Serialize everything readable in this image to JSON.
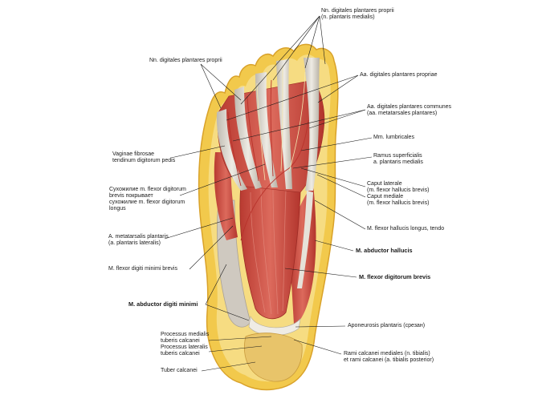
{
  "labels": {
    "nn_digitales_propri_medialis": [
      "Nn. digitales plantares proprii",
      "(n. plantaris medialis)"
    ],
    "nn_digitales_propri": [
      "Nn. digitales plantares proprii"
    ],
    "aa_digitales_propriae": [
      "Aa. digitales plantares propriae"
    ],
    "aa_digitales_communes": [
      "Aa. digitales plantares communes",
      "(aa. metatarsales plantares)"
    ],
    "mm_lumbricales": [
      "Mm. lumbricales"
    ],
    "ramus_superficialis": [
      "Ramus superficialis",
      "a. plantaris medialis"
    ],
    "vaginae_fibrosae": [
      "Vaginae fibrosae",
      "tendinum digitorum pedis"
    ],
    "caput_laterale": [
      "Caput laterale",
      "(m. flexor hallucis brevis)"
    ],
    "caput_mediale": [
      "Caput mediale",
      "(m. flexor hallucis brevis)"
    ],
    "sukhozhilie": [
      "Сухожилие m. flexor digitorum",
      "brevis покрывает",
      "сухожилие m. flexor digitorum",
      "longus"
    ],
    "flexor_hallucis_longus": [
      "M. flexor hallucis longus, tendo"
    ],
    "a_metatarsalis": [
      "A. metatarsalis plantaris",
      "(a. plantaris lateralis)"
    ],
    "abductor_hallucis": [
      "M. abductor hallucis"
    ],
    "flexor_digiti_minimi": [
      "M. flexor digiti minimi brevis"
    ],
    "flexor_digitorum_brevis": [
      "M. flexor digitorum brevis"
    ],
    "abductor_digiti_minimi": [
      "M. abductor digiti minimi"
    ],
    "aponeurosis": [
      "Aponeurosis plantaris (срезан)"
    ],
    "processus": [
      "Processus medialis",
      "tuberis calcanei",
      "Processus lateralis",
      "tuberis calcanei"
    ],
    "rami_calcanei": [
      "Rami calcanei mediales (n. tibialis)",
      "et rami calcanei (a. tibialis posterior)"
    ],
    "tuber_calcanei": [
      "Tuber calcanei"
    ]
  },
  "colors": {
    "skin": "#f2c94c",
    "fat": "#f6dc82",
    "muscle": "#c9473c",
    "muscle_dark": "#a8302a",
    "tendon": "#d9d6cf",
    "heel": "#e8c46a",
    "leader": "#1a1a1a"
  }
}
